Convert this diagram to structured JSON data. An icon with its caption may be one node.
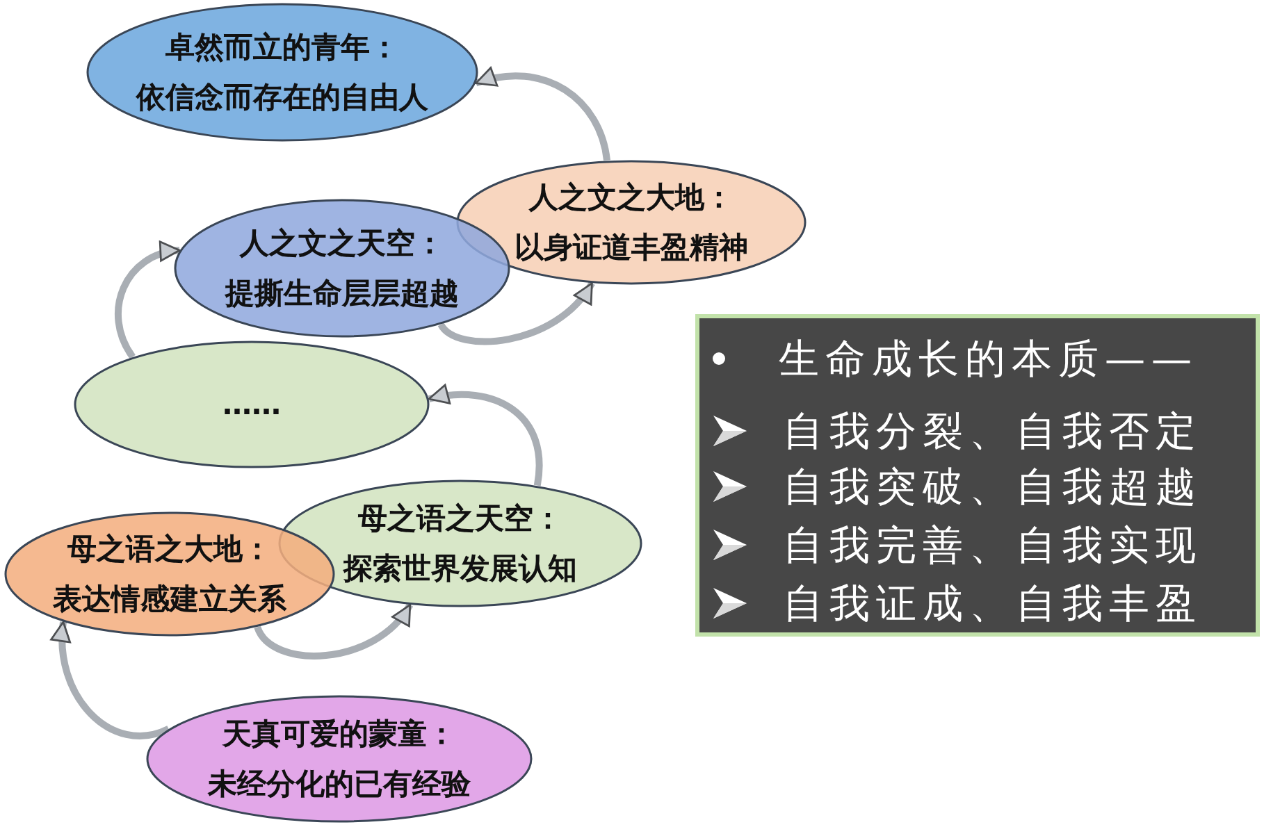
{
  "diagram": {
    "nodes": [
      {
        "text": [
          "卓然而立的青年：",
          "依信念而存在的自由人"
        ]
      },
      {
        "text": [
          "人之文之大地：",
          "以身证道丰盈精神"
        ]
      },
      {
        "text": [
          "人之文之天空：",
          "提撕生命层层超越"
        ]
      },
      {
        "text": [
          "……"
        ]
      },
      {
        "text": [
          "母之语之天空：",
          "探索世界发展认知"
        ]
      },
      {
        "text": [
          "母之语之大地：",
          "表达情感建立关系"
        ]
      },
      {
        "text": [
          "天真可爱的蒙童：",
          "未经分化的已有经验"
        ]
      },
      {
        "text": [
          "生命成长的本质——",
          "自我分裂、自我否定",
          "自我突破、自我超越",
          "自我完善、自我实现",
          "自我证成、自我丰盈"
        ]
      }
    ],
    "edges": [
      {
        "from": 1,
        "to": 0,
        "arrow": "to"
      },
      {
        "from": 2,
        "to": 1,
        "arrow": "to"
      },
      {
        "from": 3,
        "to": 2,
        "arrow": "to"
      },
      {
        "from": 4,
        "to": 3,
        "arrow": "to"
      },
      {
        "from": 5,
        "to": 4,
        "arrow": "to"
      },
      {
        "from": 6,
        "to": 5,
        "arrow": "to"
      }
    ]
  }
}
